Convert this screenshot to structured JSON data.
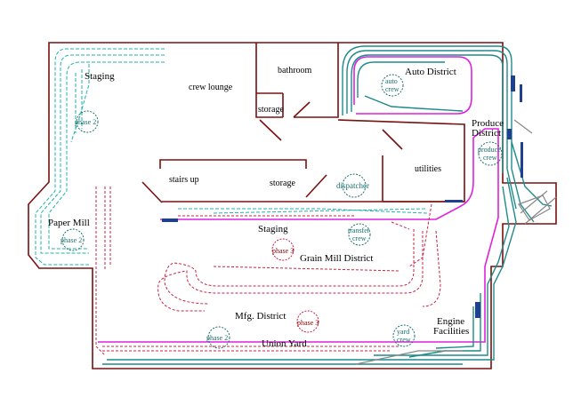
{
  "colors": {
    "walls": "#7a1010",
    "track_main": "#1e8b8b",
    "track_dashed_cyan": "#20b2aa",
    "track_dashed_red": "#cc2244",
    "track_magenta": "#dd22dd",
    "phase_circle": "#1a6f6f"
  },
  "rooms": {
    "bathroom": "bathroom",
    "crew_lounge": "crew lounge",
    "storage_top": "storage",
    "storage_mid": "storage",
    "stairs": "stairs up",
    "utilities": "utilities"
  },
  "districts": {
    "staging_top": "Staging",
    "staging_mid": "Staging",
    "auto": "Auto District",
    "produce_line1": "Produce",
    "produce_line2": "District",
    "paper_mill": "Paper Mill",
    "grain_mill": "Grain Mill District",
    "mfg": "Mfg. District",
    "union_yard": "Union Yard",
    "engine_line1": "Engine",
    "engine_line2": "Facilities"
  },
  "circles": {
    "phase2_top": "phase 2",
    "phase2_left": "phase 2",
    "phase2_bottom": "phase 2",
    "phase3_a": "phase 3",
    "phase3_b": "phase 3",
    "auto_crew_1": "auto",
    "auto_crew_2": "crew",
    "produce_crew_1": "produce",
    "produce_crew_2": "crew",
    "dispatcher": "dispatcher",
    "transfer_crew_1": "transfer",
    "transfer_crew_2": "crew",
    "yard_crew_1": "yard",
    "yard_crew_2": "crew"
  }
}
